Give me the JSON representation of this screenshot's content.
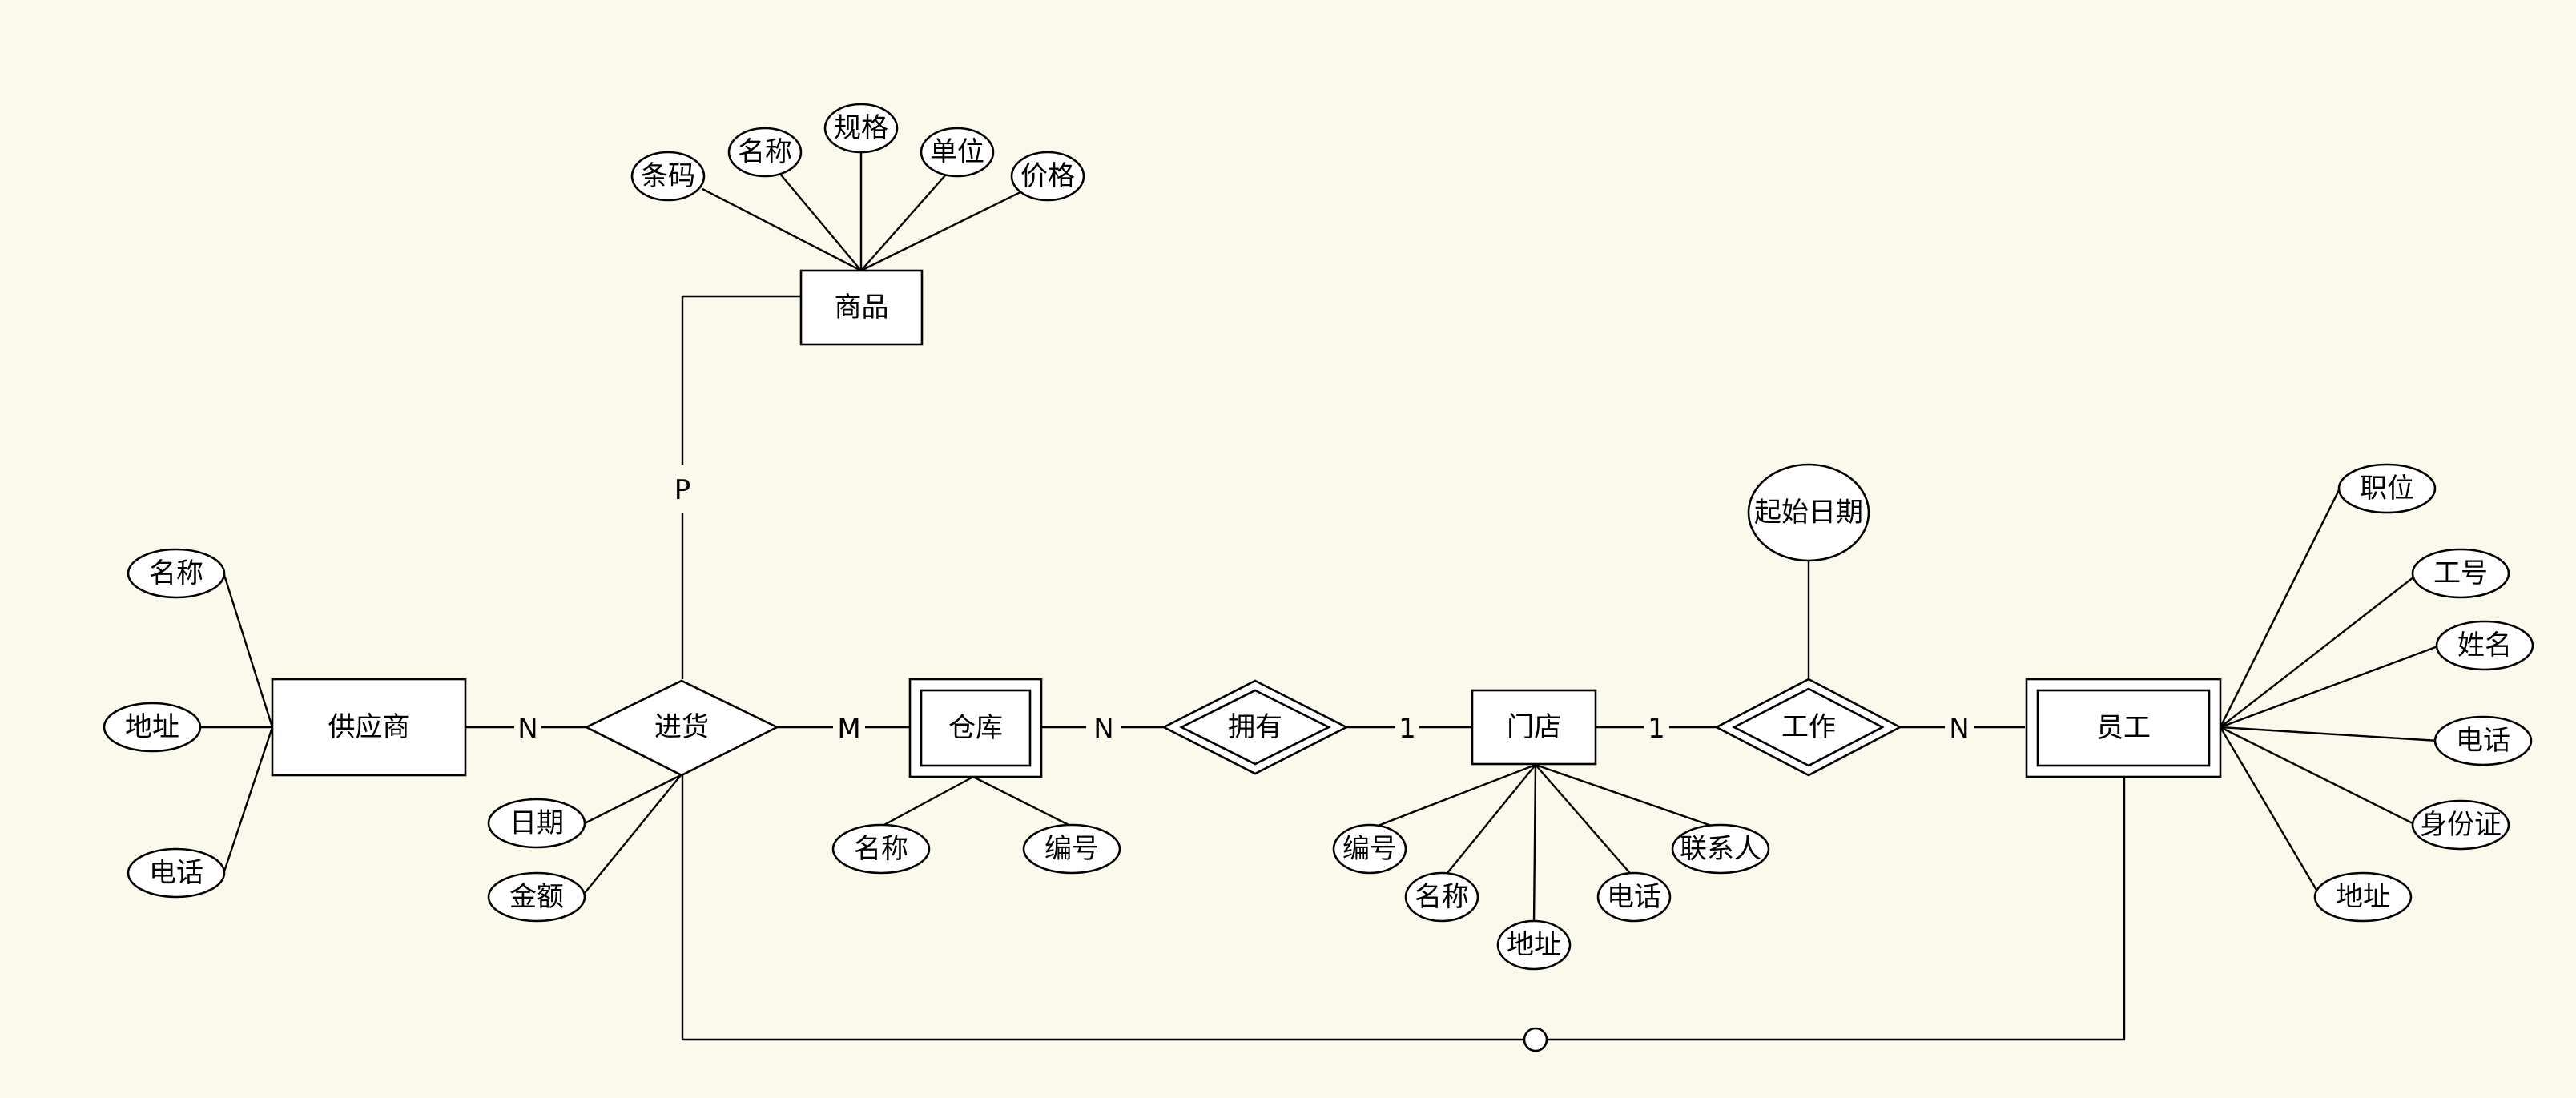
{
  "entities": [
    {
      "id": "product",
      "label": "商品",
      "weak": false
    },
    {
      "id": "supplier",
      "label": "供应商",
      "weak": false
    },
    {
      "id": "warehouse",
      "label": "仓库",
      "weak": true
    },
    {
      "id": "store",
      "label": "门店",
      "weak": false
    },
    {
      "id": "employee",
      "label": "员工",
      "weak": true
    }
  ],
  "relationships": [
    {
      "id": "purchase",
      "label": "进货",
      "weak": false
    },
    {
      "id": "own",
      "label": "拥有",
      "weak": true
    },
    {
      "id": "work",
      "label": "工作",
      "weak": true
    }
  ],
  "attributes": [
    {
      "id": "p-barcode",
      "owner": "product",
      "label": "条码"
    },
    {
      "id": "p-name",
      "owner": "product",
      "label": "名称"
    },
    {
      "id": "p-spec",
      "owner": "product",
      "label": "规格"
    },
    {
      "id": "p-unit",
      "owner": "product",
      "label": "单位"
    },
    {
      "id": "p-price",
      "owner": "product",
      "label": "价格"
    },
    {
      "id": "s-name",
      "owner": "supplier",
      "label": "名称"
    },
    {
      "id": "s-addr",
      "owner": "supplier",
      "label": "地址"
    },
    {
      "id": "s-phone",
      "owner": "supplier",
      "label": "电话"
    },
    {
      "id": "pu-date",
      "owner": "purchase",
      "label": "日期"
    },
    {
      "id": "pu-amount",
      "owner": "purchase",
      "label": "金额"
    },
    {
      "id": "w-name",
      "owner": "warehouse",
      "label": "名称"
    },
    {
      "id": "w-no",
      "owner": "warehouse",
      "label": "编号"
    },
    {
      "id": "st-no",
      "owner": "store",
      "label": "编号"
    },
    {
      "id": "st-name",
      "owner": "store",
      "label": "名称"
    },
    {
      "id": "st-addr",
      "owner": "store",
      "label": "地址"
    },
    {
      "id": "st-phone",
      "owner": "store",
      "label": "电话"
    },
    {
      "id": "st-contact",
      "owner": "store",
      "label": "联系人"
    },
    {
      "id": "wk-start",
      "owner": "work",
      "label": "起始日期"
    },
    {
      "id": "e-title",
      "owner": "employee",
      "label": "职位"
    },
    {
      "id": "e-no",
      "owner": "employee",
      "label": "工号"
    },
    {
      "id": "e-name",
      "owner": "employee",
      "label": "姓名"
    },
    {
      "id": "e-phone",
      "owner": "employee",
      "label": "电话"
    },
    {
      "id": "e-id",
      "owner": "employee",
      "label": "身份证"
    },
    {
      "id": "e-addr",
      "owner": "employee",
      "label": "地址"
    }
  ],
  "cardinalities": [
    {
      "id": "c-supplier-purchase",
      "label": "N"
    },
    {
      "id": "c-product-purchase",
      "label": "P"
    },
    {
      "id": "c-purchase-warehouse",
      "label": "M"
    },
    {
      "id": "c-warehouse-own",
      "label": "N"
    },
    {
      "id": "c-own-store",
      "label": "1"
    },
    {
      "id": "c-store-work",
      "label": "1"
    },
    {
      "id": "c-work-employee",
      "label": "N"
    }
  ]
}
